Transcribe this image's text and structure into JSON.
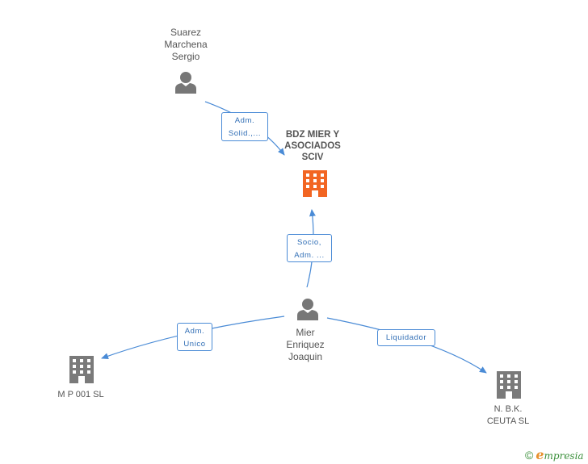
{
  "nodes": {
    "suarez": {
      "name": "Suarez\nMarchena\nSergio",
      "type": "person"
    },
    "bdz": {
      "name": "BDZ MIER Y\nASOCIADOS\nSCIV",
      "type": "company-main"
    },
    "mier": {
      "name": "Mier\nEnriquez\nJoaquin",
      "type": "person"
    },
    "mp001": {
      "name": "M P 001 SL",
      "type": "company"
    },
    "nbk": {
      "name": "N. B.K.\nCEUTA  SL",
      "type": "company"
    }
  },
  "edges": {
    "suarez_bdz": {
      "label": "Adm.\nSolid.,..."
    },
    "mier_bdz": {
      "label": "Socio,\nAdm. ..."
    },
    "mier_mp001": {
      "label": "Adm.\nUnico"
    },
    "mier_nbk": {
      "label": "Liquidador"
    }
  },
  "footer": {
    "copyright": "©",
    "brand_e": "e",
    "brand_rest": "mpresia"
  },
  "colors": {
    "edge": "#4a8bd6",
    "person_icon": "#777777",
    "company_icon": "#7a7a7a",
    "main_company_icon": "#f26522"
  },
  "icons": {
    "person": "person-icon",
    "company": "building-icon"
  }
}
